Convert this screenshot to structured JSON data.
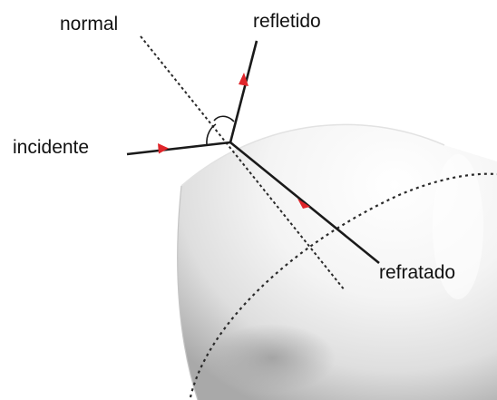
{
  "labels": {
    "normal": "normal",
    "reflected": "refletido",
    "incident": "incidente",
    "refracted": "refratado"
  },
  "colors": {
    "ray": "#1a1a1a",
    "arrowhead": "#e0262b",
    "normal_line": "#2a2a2a",
    "sphere_light": "#ffffff",
    "sphere_shadow": "#a9a9a9",
    "background": "#ffffff"
  }
}
